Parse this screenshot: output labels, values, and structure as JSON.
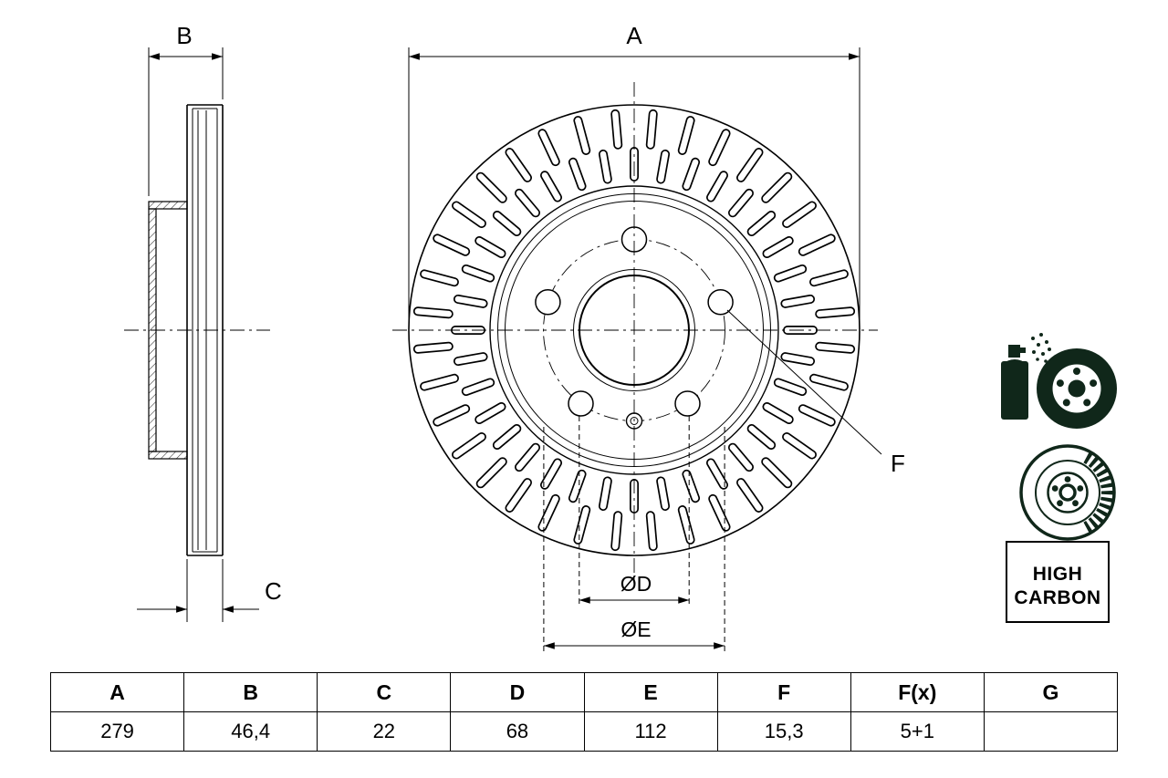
{
  "drawing": {
    "labels": {
      "a": "A",
      "b": "B",
      "c": "C",
      "d": "ØD",
      "e": "ØE",
      "f": "F"
    }
  },
  "badge": {
    "line1": "HIGH",
    "line2": "CARBON"
  },
  "icons": {
    "coating": "spray-coating-icon",
    "disc": "vented-brake-disc-icon"
  },
  "table": {
    "headers": [
      "A",
      "B",
      "C",
      "D",
      "E",
      "F",
      "F(x)",
      "G"
    ],
    "values": [
      "279",
      "46,4",
      "22",
      "68",
      "112",
      "15,3",
      "5+1",
      ""
    ]
  },
  "colors": {
    "line": "#000000",
    "icon": "#10271a",
    "background": "#ffffff"
  }
}
